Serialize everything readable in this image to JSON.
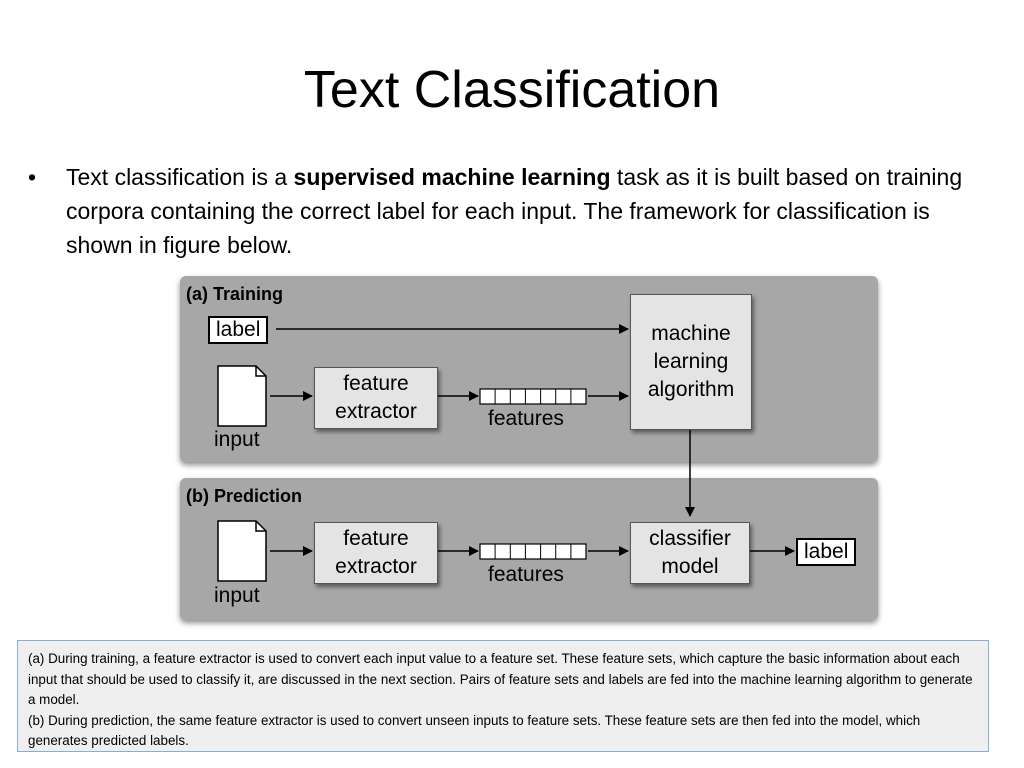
{
  "slide": {
    "title": "Text Classification",
    "bullet": {
      "marker": "•",
      "text_before": "Text classification is a ",
      "text_bold": "supervised machine learning",
      "text_after": " task as it is built based on training corpora containing the correct label for each input. The framework for classification is shown in figure below."
    }
  },
  "diagram": {
    "training": {
      "title": "(a) Training",
      "label": "label",
      "input": "input",
      "feature_extractor": "feature extractor",
      "features": "features",
      "algorithm": "machine learning algorithm"
    },
    "prediction": {
      "title": "(b) Prediction",
      "input": "input",
      "feature_extractor": "feature extractor",
      "features": "features",
      "classifier": "classifier model",
      "label": "label"
    },
    "colors": {
      "panel": "#a7a7a7",
      "box": "#e4e4e4",
      "caption_border": "#8eaadb",
      "caption_bg": "#efefef"
    }
  },
  "caption": {
    "line_a": " (a) During training, a feature extractor is used to convert each input value to a feature set. These feature sets, which capture the basic information about each input that should be used to classify it, are discussed in the next section. Pairs of feature sets and labels are fed into the machine learning algorithm to generate a model.",
    "line_b": "(b) During prediction, the same feature extractor is used to convert unseen inputs to feature sets. These feature sets are then fed into the model, which generates predicted labels."
  }
}
